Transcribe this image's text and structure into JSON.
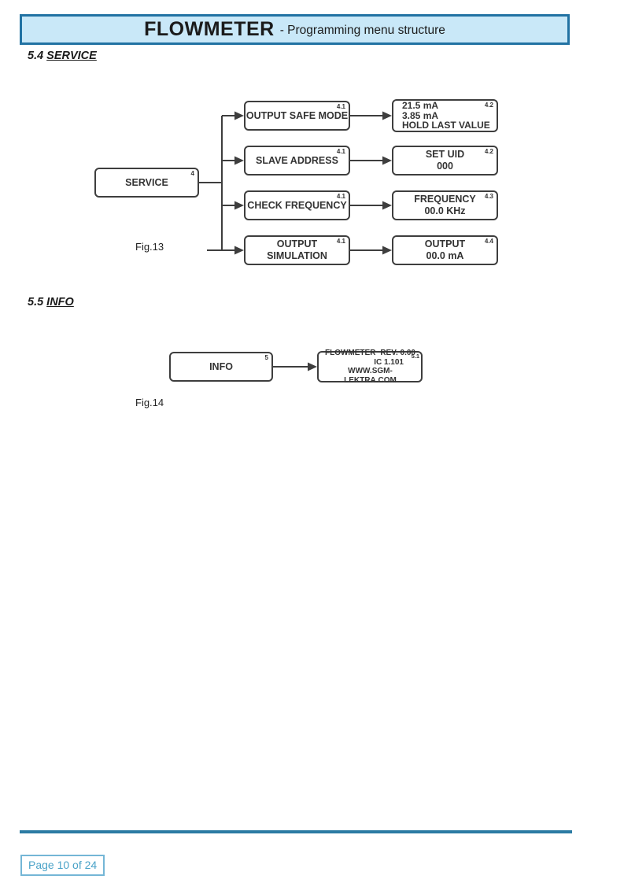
{
  "header": {
    "title": "FLOWMETER",
    "subtitle": "- Programming menu structure"
  },
  "sections": [
    {
      "number": "5.4",
      "title": "SERVICE"
    },
    {
      "number": "5.5",
      "title": "INFO"
    }
  ],
  "fig13": {
    "caption": "Fig.13",
    "root": {
      "label": "SERVICE",
      "ref": "4"
    },
    "rows": [
      {
        "menu": {
          "label": "OUTPUT SAFE MODE",
          "ref": "4.1"
        },
        "value": {
          "ref": "4.2",
          "lines": [
            "21.5 mA",
            "3.85 mA",
            "HOLD LAST VALUE"
          ]
        }
      },
      {
        "menu": {
          "label": "SLAVE ADDRESS",
          "ref": "4.1"
        },
        "value": {
          "ref": "4.2",
          "lines": [
            "SET UID",
            "000"
          ]
        }
      },
      {
        "menu": {
          "label": "CHECK FREQUENCY",
          "ref": "4.1"
        },
        "value": {
          "ref": "4.3",
          "lines": [
            "FREQUENCY",
            "00.0 KHz"
          ]
        }
      },
      {
        "menu": {
          "label": "OUTPUT SIMULATION",
          "ref": "4.1"
        },
        "value": {
          "ref": "4.4",
          "lines": [
            "OUTPUT",
            "00.0 mA"
          ]
        }
      }
    ]
  },
  "fig14": {
    "caption": "Fig.14",
    "root": {
      "label": "INFO",
      "ref": "5"
    },
    "value": {
      "ref": "5.1",
      "line1_left": "FLOWMETER",
      "line1_right": "REV. 0.00",
      "line2": "IC 1.101",
      "line3": "WWW.SGM-LEKTRA.COM"
    }
  },
  "footer": {
    "page_label": "Page 10 of 24"
  },
  "colors": {
    "banner_fill": "#c9e8f8",
    "banner_border": "#2172a3",
    "footer_rule": "#2b7ba3",
    "badge_accent": "#4ba3c8",
    "diagram_stroke": "#3e3e3e"
  }
}
